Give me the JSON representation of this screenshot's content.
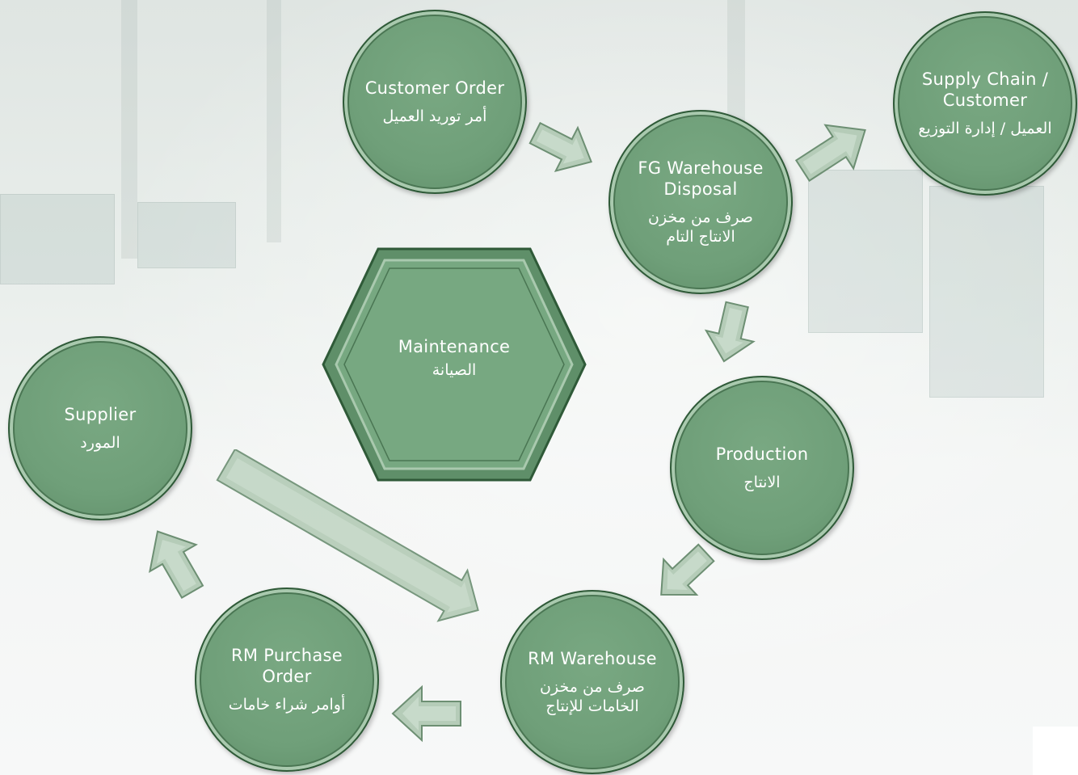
{
  "nodes": {
    "customer_order": {
      "en": "Customer Order",
      "ar": "أمر توريد العميل"
    },
    "supply_chain": {
      "en": "Supply Chain / Customer",
      "ar": "العميل / إدارة التوزيع"
    },
    "fg_warehouse": {
      "en": "FG Warehouse Disposal",
      "ar": "صرف من مخزن الانتاج التام"
    },
    "production": {
      "en": "Production",
      "ar": "الانتاج"
    },
    "rm_warehouse": {
      "en": "RM Warehouse",
      "ar": "صرف من مخزن الخامات للإنتاج"
    },
    "rm_purchase_order": {
      "en": "RM Purchase Order",
      "ar": "أوامر شراء خامات"
    },
    "supplier": {
      "en": "Supplier",
      "ar": "المورد"
    }
  },
  "center": {
    "en": "Maintenance",
    "ar": "الصيانة"
  },
  "colors": {
    "node_fill": "#6f9f79",
    "node_border": "#2f5a38",
    "arrow_fill": "#b5ccb8",
    "arrow_border": "#6d8f73"
  }
}
